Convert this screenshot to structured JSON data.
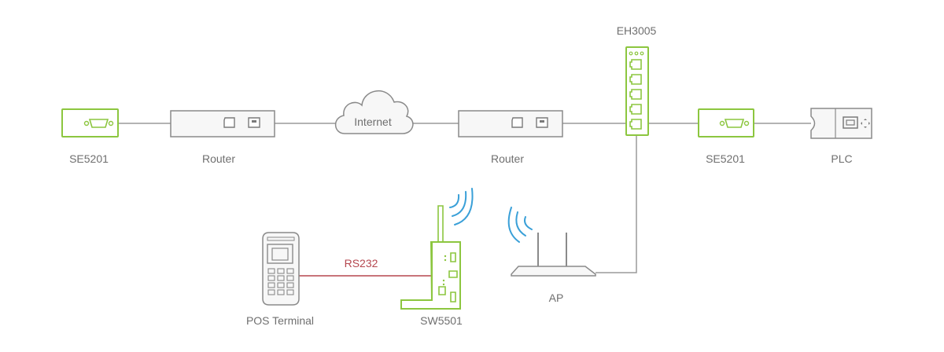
{
  "devices": {
    "se5201_left": "SE5201",
    "router_left": "Router",
    "internet": "Internet",
    "router_right": "Router",
    "eh3005": "EH3005",
    "se5201_right": "SE5201",
    "plc": "PLC",
    "ap": "AP",
    "sw5501": "SW5501",
    "pos_terminal": "POS Terminal"
  },
  "links": {
    "serial_label": "RS232"
  },
  "colors": {
    "accent_green": "#8cc63f",
    "wire_gray": "#9a9a9a",
    "serial_red": "#b5474f",
    "wireless_blue": "#3aa0d8"
  }
}
